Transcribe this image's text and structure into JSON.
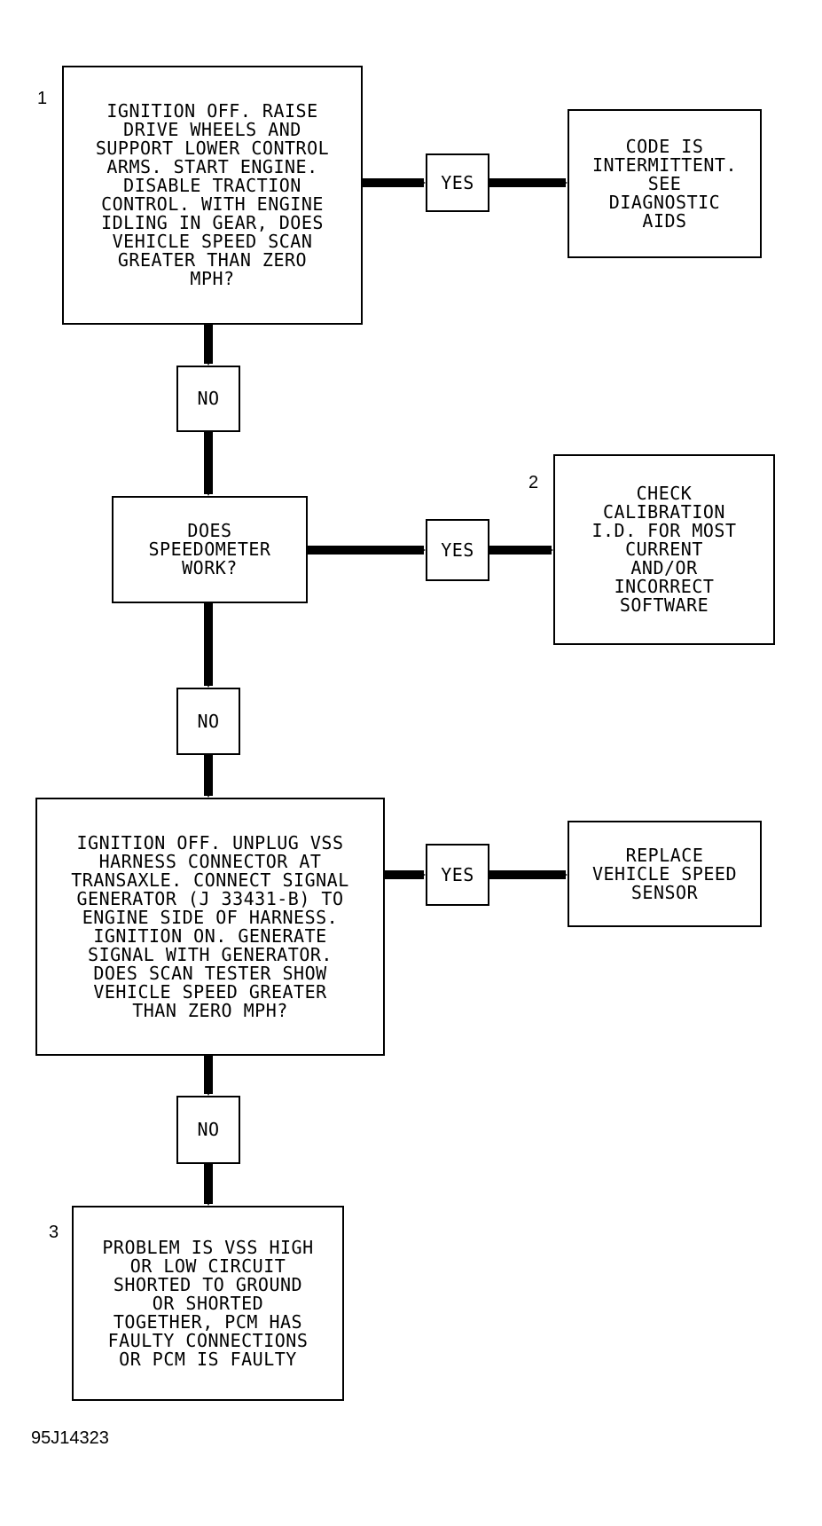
{
  "nodes": {
    "q1": {
      "number": "1",
      "lines": [
        "IGNITION OFF. RAISE",
        "DRIVE WHEELS AND",
        "SUPPORT LOWER CONTROL",
        "ARMS. START ENGINE.",
        "DISABLE TRACTION",
        "CONTROL. WITH ENGINE",
        "IDLING IN GEAR, DOES",
        "VEHICLE SPEED SCAN",
        "GREATER THAN ZERO",
        "MPH?"
      ]
    },
    "r1": {
      "lines": [
        "CODE IS",
        "INTERMITTENT.",
        "SEE",
        "DIAGNOSTIC",
        "AIDS"
      ]
    },
    "q2": {
      "lines": [
        "DOES",
        "SPEEDOMETER",
        "WORK?"
      ]
    },
    "r2": {
      "number": "2",
      "lines": [
        "CHECK",
        "CALIBRATION",
        "I.D. FOR MOST",
        "CURRENT",
        "AND/OR",
        "INCORRECT",
        "SOFTWARE"
      ]
    },
    "q3": {
      "lines": [
        "IGNITION OFF. UNPLUG VSS",
        "HARNESS CONNECTOR AT",
        "TRANSAXLE. CONNECT SIGNAL",
        "GENERATOR (J 33431-B) TO",
        "ENGINE SIDE OF HARNESS.",
        "IGNITION ON. GENERATE",
        "SIGNAL WITH GENERATOR.",
        "DOES SCAN TESTER SHOW",
        "VEHICLE SPEED GREATER",
        "THAN ZERO MPH?"
      ]
    },
    "r3": {
      "lines": [
        "REPLACE",
        "VEHICLE SPEED",
        "SENSOR"
      ]
    },
    "r4": {
      "number": "3",
      "lines": [
        "PROBLEM IS VSS HIGH",
        "OR LOW CIRCUIT",
        "SHORTED TO GROUND",
        "OR SHORTED",
        "TOGETHER, PCM HAS",
        "FAULTY CONNECTIONS",
        "OR PCM IS FAULTY"
      ]
    }
  },
  "branch_labels": {
    "yes1": "YES",
    "no1": "NO",
    "yes2": "YES",
    "no2": "NO",
    "yes3": "YES",
    "no3": "NO"
  },
  "figure_id": "95J14323"
}
